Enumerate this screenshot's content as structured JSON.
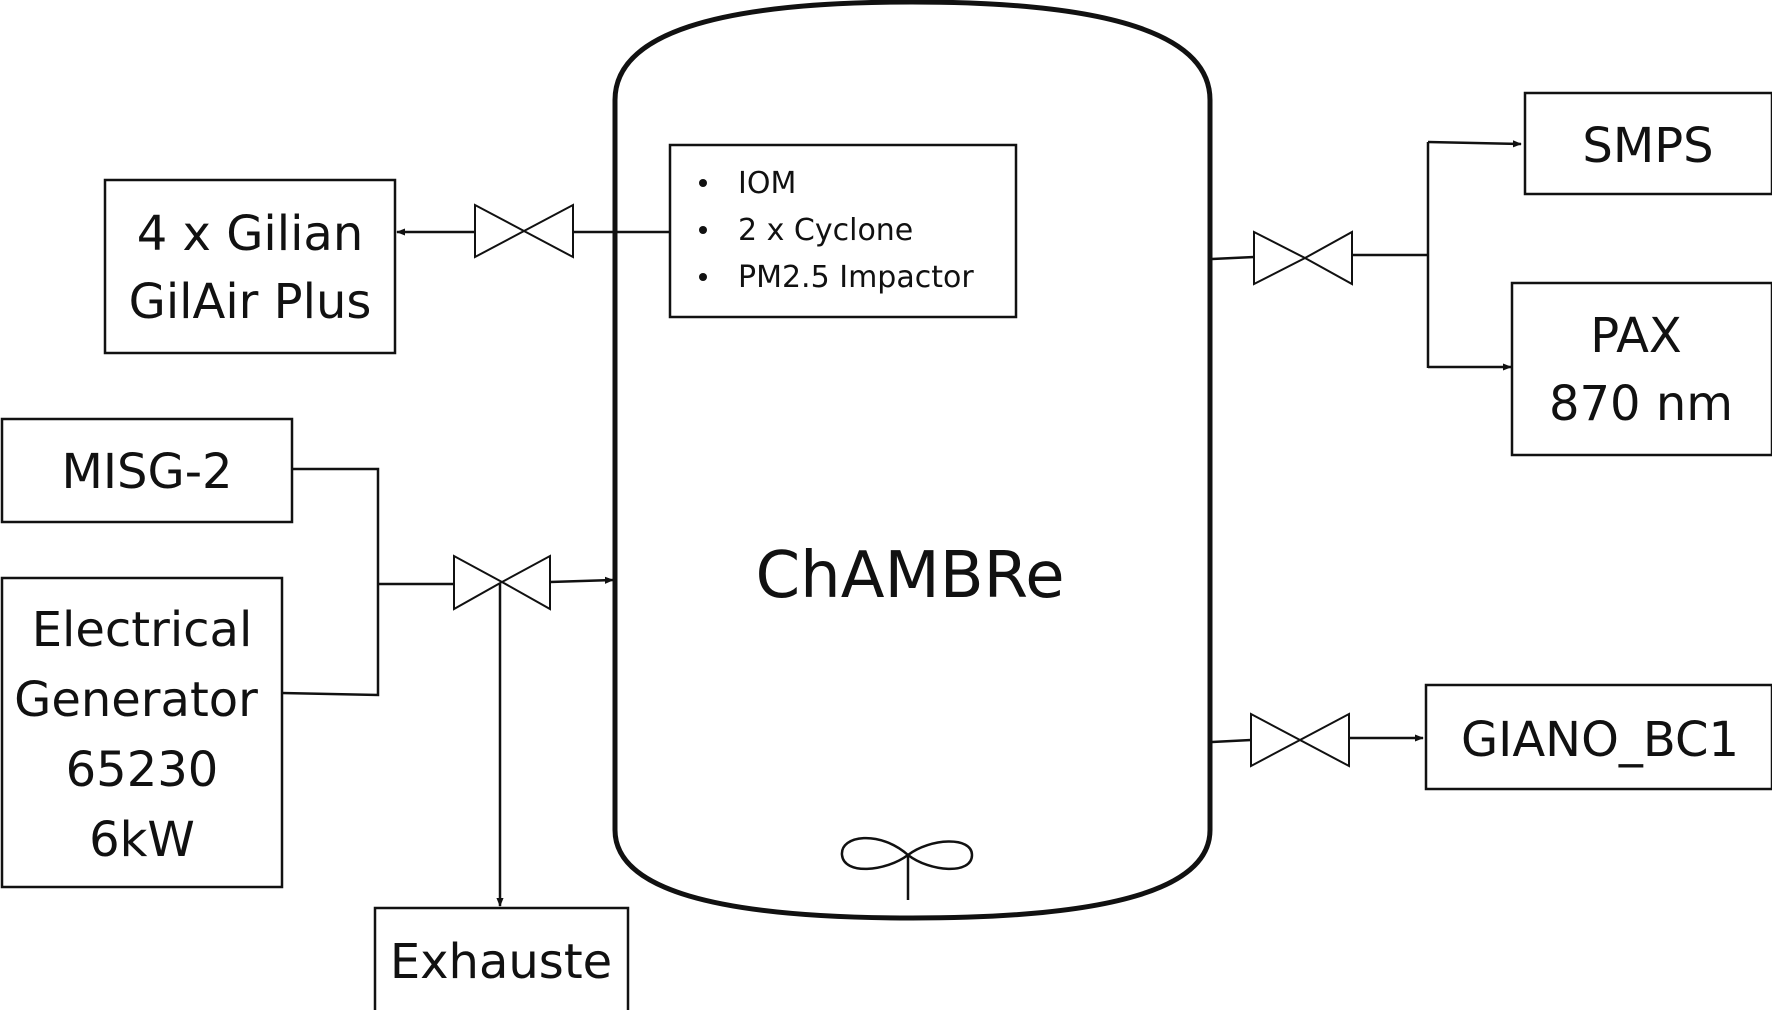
{
  "diagram": {
    "chamber_label": "ChAMBRe",
    "chamber_insert_items": [
      "IOM",
      "2 x Cyclone",
      "PM2.5 Impactor"
    ],
    "gilian_lines": [
      "4 x Gilian",
      "GilAir Plus"
    ],
    "misg_label": "MISG-2",
    "generator_lines": [
      "Electrical",
      "Generator",
      "65230",
      "6kW"
    ],
    "exhaust_label": "Exhauste",
    "smps_label": "SMPS",
    "pax_lines": [
      "PAX",
      "870 nm"
    ],
    "giano_label": "GIANO_BC1"
  }
}
